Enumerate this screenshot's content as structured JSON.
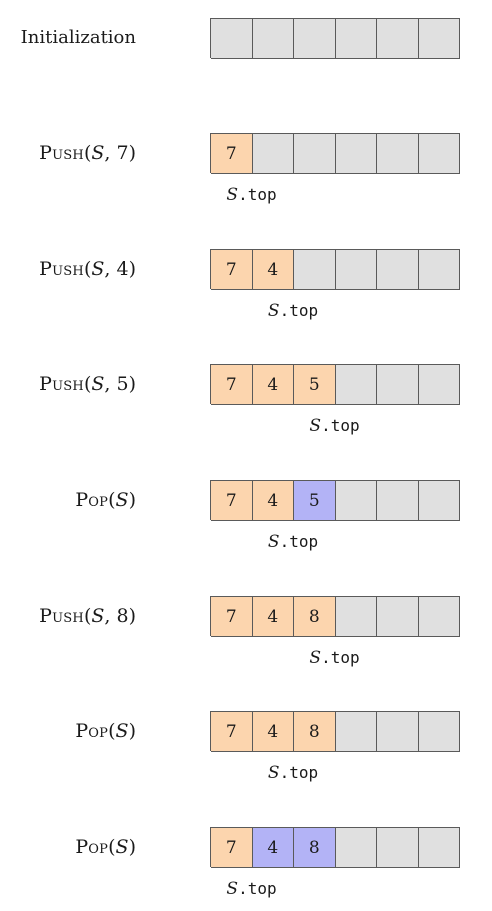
{
  "capacity": 6,
  "colors": {
    "empty": "#e0e0e0",
    "active": "#fcd5ae",
    "popped": "#b3b3f6",
    "border": "#5a5a5a"
  },
  "rows": [
    {
      "label": "Initialization",
      "name": "",
      "args_open": "",
      "var": "",
      "args_rest": "",
      "cells": [
        {
          "text": "",
          "state": "empty"
        },
        {
          "text": "",
          "state": "empty"
        },
        {
          "text": "",
          "state": "empty"
        },
        {
          "text": "",
          "state": "empty"
        },
        {
          "text": "",
          "state": "empty"
        },
        {
          "text": "",
          "state": "empty"
        }
      ],
      "pointer": null
    },
    {
      "label": "",
      "name": "Push",
      "args_open": "(",
      "var": "S",
      "args_rest": ", 7)",
      "cells": [
        {
          "text": "7",
          "state": "active"
        },
        {
          "text": "",
          "state": "empty"
        },
        {
          "text": "",
          "state": "empty"
        },
        {
          "text": "",
          "state": "empty"
        },
        {
          "text": "",
          "state": "empty"
        },
        {
          "text": "",
          "state": "empty"
        }
      ],
      "pointer": {
        "var": "S",
        "field": ".top",
        "index": 1
      }
    },
    {
      "label": "",
      "name": "Push",
      "args_open": "(",
      "var": "S",
      "args_rest": ", 4)",
      "cells": [
        {
          "text": "7",
          "state": "active"
        },
        {
          "text": "4",
          "state": "active"
        },
        {
          "text": "",
          "state": "empty"
        },
        {
          "text": "",
          "state": "empty"
        },
        {
          "text": "",
          "state": "empty"
        },
        {
          "text": "",
          "state": "empty"
        }
      ],
      "pointer": {
        "var": "S",
        "field": ".top",
        "index": 2
      }
    },
    {
      "label": "",
      "name": "Push",
      "args_open": "(",
      "var": "S",
      "args_rest": ", 5)",
      "cells": [
        {
          "text": "7",
          "state": "active"
        },
        {
          "text": "4",
          "state": "active"
        },
        {
          "text": "5",
          "state": "active"
        },
        {
          "text": "",
          "state": "empty"
        },
        {
          "text": "",
          "state": "empty"
        },
        {
          "text": "",
          "state": "empty"
        }
      ],
      "pointer": {
        "var": "S",
        "field": ".top",
        "index": 3
      }
    },
    {
      "label": "",
      "name": "Pop",
      "args_open": "(",
      "var": "S",
      "args_rest": ")",
      "cells": [
        {
          "text": "7",
          "state": "active"
        },
        {
          "text": "4",
          "state": "active"
        },
        {
          "text": "5",
          "state": "popped"
        },
        {
          "text": "",
          "state": "empty"
        },
        {
          "text": "",
          "state": "empty"
        },
        {
          "text": "",
          "state": "empty"
        }
      ],
      "pointer": {
        "var": "S",
        "field": ".top",
        "index": 2
      }
    },
    {
      "label": "",
      "name": "Push",
      "args_open": "(",
      "var": "S",
      "args_rest": ", 8)",
      "cells": [
        {
          "text": "7",
          "state": "active"
        },
        {
          "text": "4",
          "state": "active"
        },
        {
          "text": "8",
          "state": "active"
        },
        {
          "text": "",
          "state": "empty"
        },
        {
          "text": "",
          "state": "empty"
        },
        {
          "text": "",
          "state": "empty"
        }
      ],
      "pointer": {
        "var": "S",
        "field": ".top",
        "index": 3
      }
    },
    {
      "label": "",
      "name": "Pop",
      "args_open": "(",
      "var": "S",
      "args_rest": ")",
      "cells": [
        {
          "text": "7",
          "state": "active"
        },
        {
          "text": "4",
          "state": "active"
        },
        {
          "text": "8",
          "state": "active"
        },
        {
          "text": "",
          "state": "empty"
        },
        {
          "text": "",
          "state": "empty"
        },
        {
          "text": "",
          "state": "empty"
        }
      ],
      "pointer": {
        "var": "S",
        "field": ".top",
        "index": 2
      }
    },
    {
      "label": "",
      "name": "Pop",
      "args_open": "(",
      "var": "S",
      "args_rest": ")",
      "cells": [
        {
          "text": "7",
          "state": "active"
        },
        {
          "text": "4",
          "state": "popped"
        },
        {
          "text": "8",
          "state": "popped"
        },
        {
          "text": "",
          "state": "empty"
        },
        {
          "text": "",
          "state": "empty"
        },
        {
          "text": "",
          "state": "empty"
        }
      ],
      "pointer": {
        "var": "S",
        "field": ".top",
        "index": 1
      }
    }
  ]
}
